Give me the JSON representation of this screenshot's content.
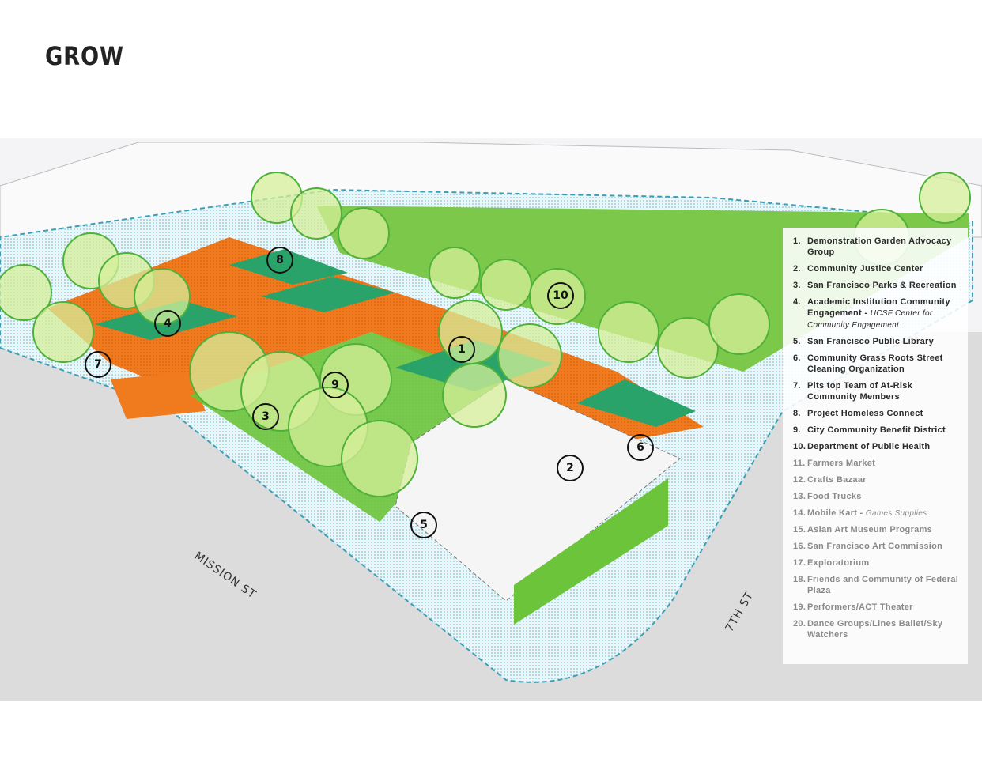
{
  "title": "GROW",
  "streets": {
    "mission": "MISSION ST",
    "seventh": "7TH ST"
  },
  "colors": {
    "plaza_orange": "#f07a1e",
    "planter_green": "#2aa36a",
    "lawn_green": "#6cc43a",
    "tree_fill": "#d6ef9a",
    "dotted_blue": "#3b9fb8"
  },
  "markers": [
    "1",
    "2",
    "3",
    "4",
    "5",
    "6",
    "7",
    "8",
    "9",
    "10"
  ],
  "legend": [
    {
      "num": "1.",
      "label": "Demonstration Garden Advocacy Group",
      "note": ""
    },
    {
      "num": "2.",
      "label": "Community Justice Center",
      "note": ""
    },
    {
      "num": "3.",
      "label": "San Francisco Parks & Recreation",
      "note": ""
    },
    {
      "num": "4.",
      "label": "Academic Institution Community Engagement -",
      "note": "UCSF Center for Community Engagement"
    },
    {
      "num": "5.",
      "label": "San Francisco Public Library",
      "note": ""
    },
    {
      "num": "6.",
      "label": "Community Grass Roots Street Cleaning Organization",
      "note": ""
    },
    {
      "num": "7.",
      "label": "Pits top Team of At-Risk Community Members",
      "note": ""
    },
    {
      "num": "8.",
      "label": "Project Homeless Connect",
      "note": ""
    },
    {
      "num": "9.",
      "label": "City Community Benefit District",
      "note": ""
    },
    {
      "num": "10.",
      "label": "Department of Public Health",
      "note": ""
    },
    {
      "num": "11.",
      "label": "Farmers Market",
      "note": ""
    },
    {
      "num": "12.",
      "label": "Crafts Bazaar",
      "note": ""
    },
    {
      "num": "13.",
      "label": "Food Trucks",
      "note": ""
    },
    {
      "num": "14.",
      "label": "Mobile Kart -",
      "note": "Games Supplies"
    },
    {
      "num": "15.",
      "label": "Asian Art Museum Programs",
      "note": ""
    },
    {
      "num": "16.",
      "label": "San Francisco Art Commission",
      "note": ""
    },
    {
      "num": "17.",
      "label": "Exploratorium",
      "note": ""
    },
    {
      "num": "18.",
      "label": "Friends and Community of Federal Plaza",
      "note": ""
    },
    {
      "num": "19.",
      "label": "Performers/ACT Theater",
      "note": ""
    },
    {
      "num": "20.",
      "label": "Dance Groups/Lines Ballet/Sky Watchers",
      "note": ""
    }
  ]
}
